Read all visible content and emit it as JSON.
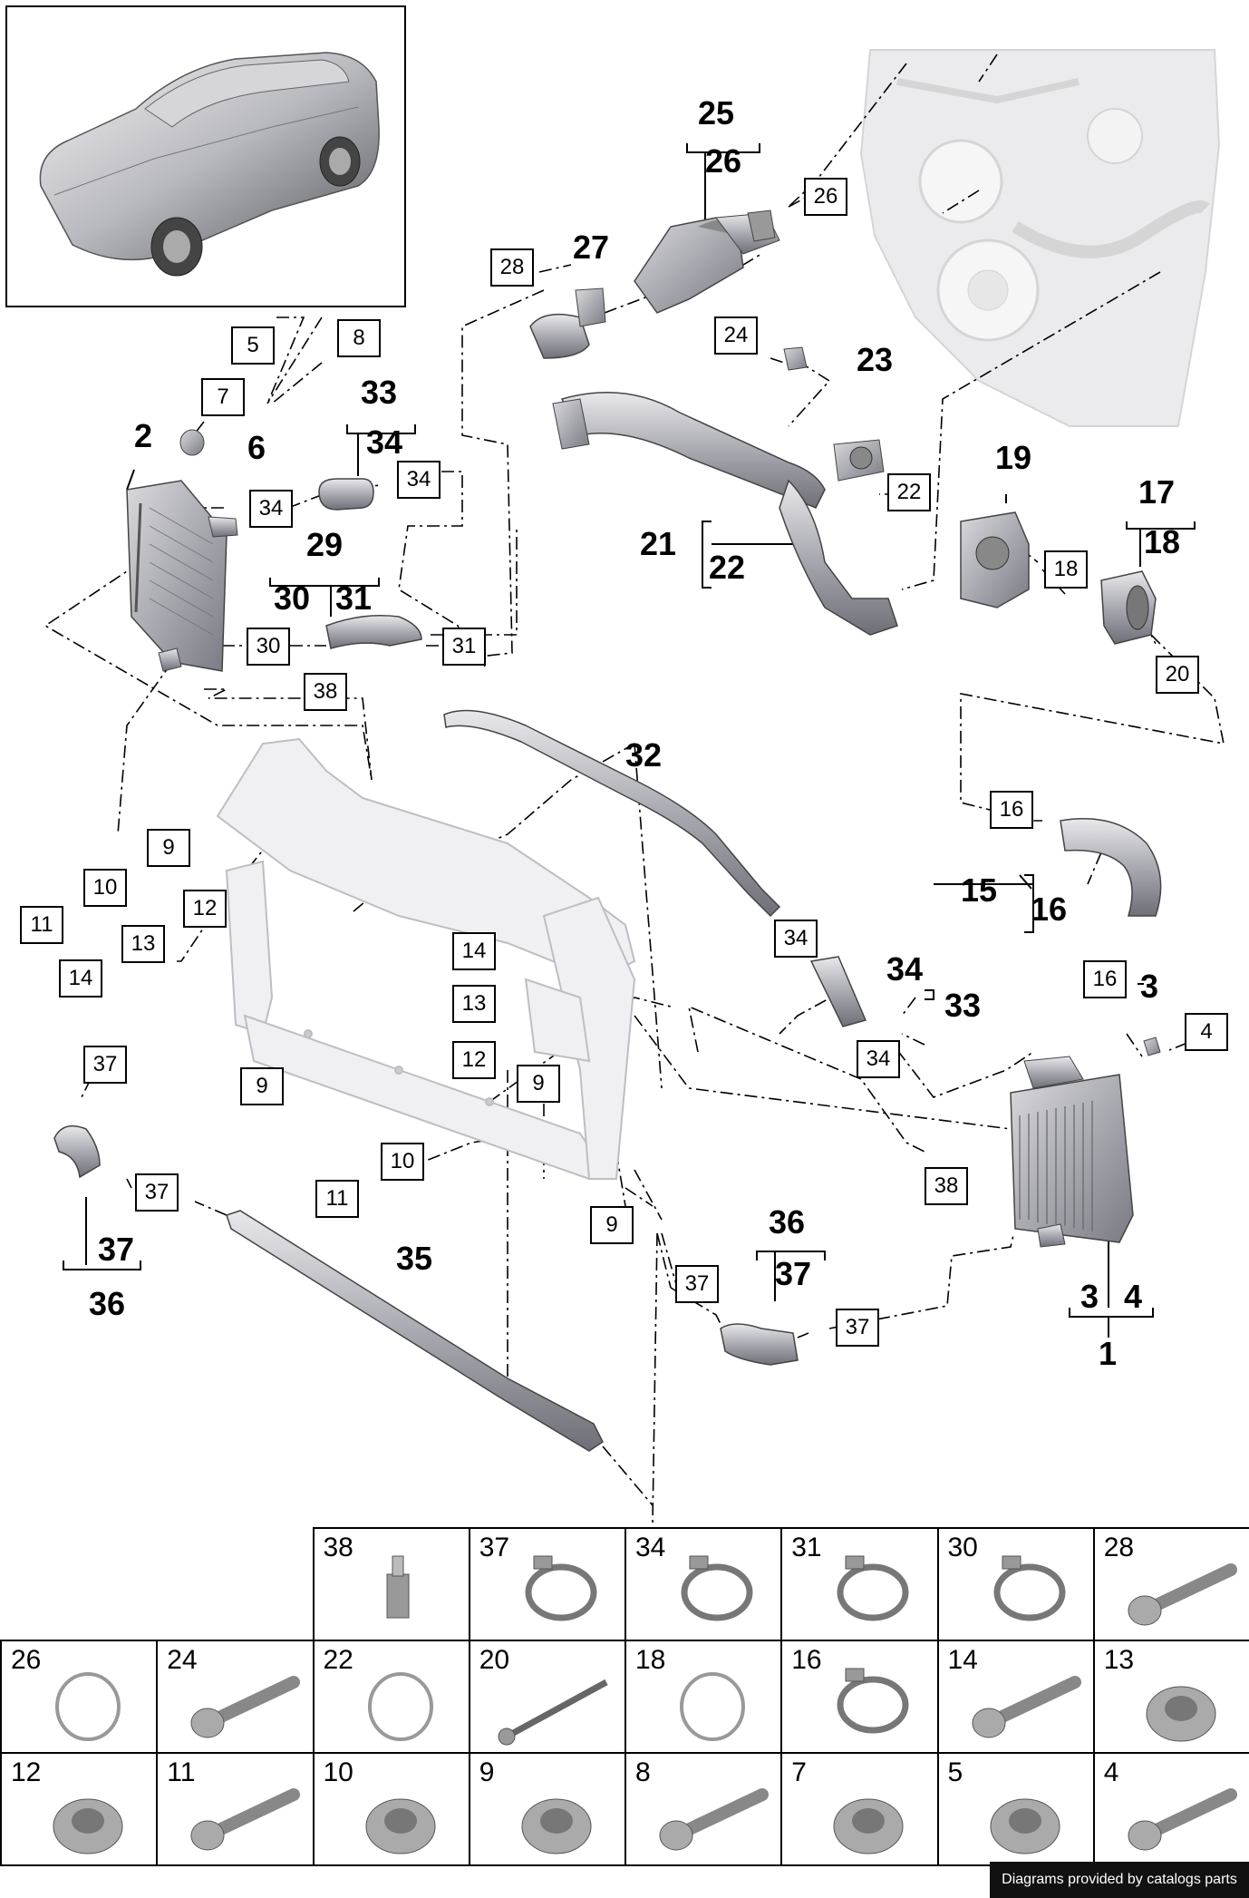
{
  "diagram": {
    "callouts": [
      {
        "id": "c5",
        "text": "5",
        "style": "box"
      },
      {
        "id": "c8",
        "text": "8",
        "style": "box"
      },
      {
        "id": "c7",
        "text": "7",
        "style": "box"
      },
      {
        "id": "c6",
        "text": "6",
        "style": "bold"
      },
      {
        "id": "c2",
        "text": "2",
        "style": "bold"
      },
      {
        "id": "c33a",
        "text": "33",
        "style": "bold"
      },
      {
        "id": "c34a",
        "text": "34",
        "style": "bold"
      },
      {
        "id": "c34b",
        "text": "34",
        "style": "box"
      },
      {
        "id": "c34c",
        "text": "34",
        "style": "box"
      },
      {
        "id": "c29",
        "text": "29",
        "style": "bold"
      },
      {
        "id": "c30a",
        "text": "30",
        "style": "bold"
      },
      {
        "id": "c31a",
        "text": "31",
        "style": "bold"
      },
      {
        "id": "c30b",
        "text": "30",
        "style": "box"
      },
      {
        "id": "c31b",
        "text": "31",
        "style": "box"
      },
      {
        "id": "c38a",
        "text": "38",
        "style": "box"
      },
      {
        "id": "c28",
        "text": "28",
        "style": "box"
      },
      {
        "id": "c27",
        "text": "27",
        "style": "bold"
      },
      {
        "id": "c25",
        "text": "25",
        "style": "bold"
      },
      {
        "id": "c26a",
        "text": "26",
        "style": "bold"
      },
      {
        "id": "c26b",
        "text": "26",
        "style": "box"
      },
      {
        "id": "c24",
        "text": "24",
        "style": "box"
      },
      {
        "id": "c23",
        "text": "23",
        "style": "bold"
      },
      {
        "id": "c22a",
        "text": "22",
        "style": "box"
      },
      {
        "id": "c21",
        "text": "21",
        "style": "bold"
      },
      {
        "id": "c22b",
        "text": "22",
        "style": "bold"
      },
      {
        "id": "c19",
        "text": "19",
        "style": "bold"
      },
      {
        "id": "c18a",
        "text": "18",
        "style": "box"
      },
      {
        "id": "c17",
        "text": "17",
        "style": "bold"
      },
      {
        "id": "c18b",
        "text": "18",
        "style": "bold"
      },
      {
        "id": "c20",
        "text": "20",
        "style": "box"
      },
      {
        "id": "c32",
        "text": "32",
        "style": "bold"
      },
      {
        "id": "c16a",
        "text": "16",
        "style": "box"
      },
      {
        "id": "c15",
        "text": "15",
        "style": "bold"
      },
      {
        "id": "c16b",
        "text": "16",
        "style": "bold"
      },
      {
        "id": "c16c",
        "text": "16",
        "style": "box"
      },
      {
        "id": "c3a",
        "text": "3",
        "style": "bold"
      },
      {
        "id": "c4a",
        "text": "4",
        "style": "box"
      },
      {
        "id": "c34d",
        "text": "34",
        "style": "box"
      },
      {
        "id": "c34e",
        "text": "34",
        "style": "bold"
      },
      {
        "id": "c33b",
        "text": "33",
        "style": "bold"
      },
      {
        "id": "c34f",
        "text": "34",
        "style": "box"
      },
      {
        "id": "c9a",
        "text": "9",
        "style": "box"
      },
      {
        "id": "c10a",
        "text": "10",
        "style": "box"
      },
      {
        "id": "c11a",
        "text": "11",
        "style": "box"
      },
      {
        "id": "c12a",
        "text": "12",
        "style": "box"
      },
      {
        "id": "c13a",
        "text": "13",
        "style": "box"
      },
      {
        "id": "c14a",
        "text": "14",
        "style": "box"
      },
      {
        "id": "c14b",
        "text": "14",
        "style": "box"
      },
      {
        "id": "c13b",
        "text": "13",
        "style": "box"
      },
      {
        "id": "c12b",
        "text": "12",
        "style": "box"
      },
      {
        "id": "c9b",
        "text": "9",
        "style": "box"
      },
      {
        "id": "c9c",
        "text": "9",
        "style": "box"
      },
      {
        "id": "c10b",
        "text": "10",
        "style": "box"
      },
      {
        "id": "c11b",
        "text": "11",
        "style": "box"
      },
      {
        "id": "c9d",
        "text": "9",
        "style": "box"
      },
      {
        "id": "c37a",
        "text": "37",
        "style": "box"
      },
      {
        "id": "c37b",
        "text": "37",
        "style": "box"
      },
      {
        "id": "c37c",
        "text": "37",
        "style": "bold"
      },
      {
        "id": "c36a",
        "text": "36",
        "style": "bold"
      },
      {
        "id": "c35",
        "text": "35",
        "style": "bold"
      },
      {
        "id": "c38b",
        "text": "38",
        "style": "box"
      },
      {
        "id": "c36b",
        "text": "36",
        "style": "bold"
      },
      {
        "id": "c37d",
        "text": "37",
        "style": "bold"
      },
      {
        "id": "c37e",
        "text": "37",
        "style": "box"
      },
      {
        "id": "c37f",
        "text": "37",
        "style": "box"
      },
      {
        "id": "c3b",
        "text": "3",
        "style": "bold"
      },
      {
        "id": "c4b",
        "text": "4",
        "style": "bold"
      },
      {
        "id": "c1",
        "text": "1",
        "style": "bold"
      }
    ]
  },
  "parts_table": {
    "row1": [
      "38",
      "37",
      "34",
      "31",
      "30",
      "28"
    ],
    "row2": [
      "26",
      "24",
      "22",
      "20",
      "18",
      "16",
      "14",
      "13"
    ],
    "row3": [
      "12",
      "11",
      "10",
      "9",
      "8",
      "7",
      "5",
      "4"
    ]
  },
  "footer": {
    "credit": "Diagrams provided by catalogs parts"
  }
}
